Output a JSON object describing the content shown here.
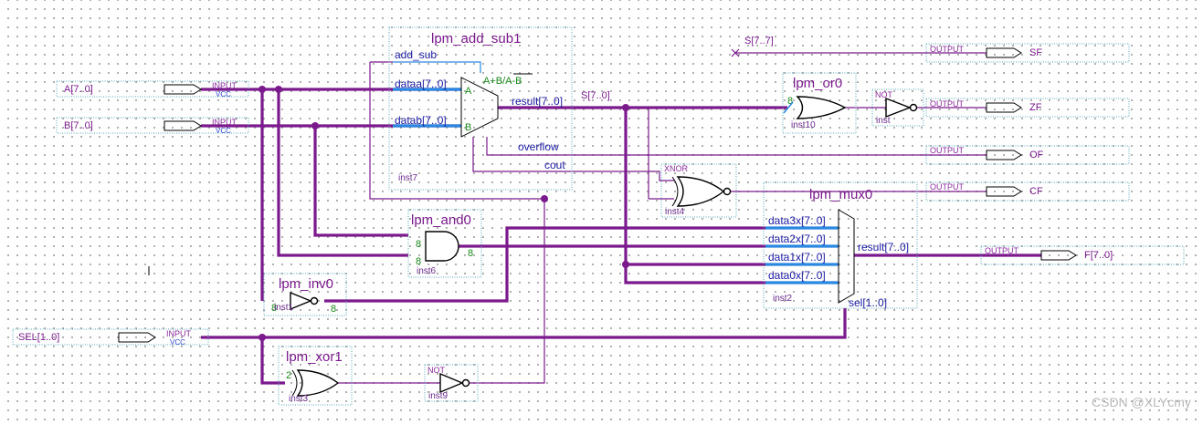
{
  "inputs": [
    {
      "name": "A[7..0]",
      "type": "INPUT",
      "vcc": "VCC"
    },
    {
      "name": "B[7..0]",
      "type": "INPUT",
      "vcc": "VCC"
    },
    {
      "name": "SEL[1..0]",
      "type": "INPUT",
      "vcc": "VCC"
    }
  ],
  "outputs": [
    {
      "name": "SF",
      "type": "OUTPUT"
    },
    {
      "name": "ZF",
      "type": "OUTPUT"
    },
    {
      "name": "OF",
      "type": "OUTPUT"
    },
    {
      "name": "CF",
      "type": "OUTPUT"
    },
    {
      "name": "F[7..0]",
      "type": "OUTPUT"
    }
  ],
  "add_sub": {
    "title": "lpm_add_sub1",
    "ports": [
      "add_sub",
      "dataa[7..0]",
      "datab[7..0]",
      "result[7..0]",
      "overflow",
      "cout"
    ],
    "op": "A+B/A-B",
    "pin_a": "A",
    "pin_b": "B",
    "inst": "inst7"
  },
  "or0": {
    "title": "lpm_or0",
    "inst": "inst10",
    "width": "8"
  },
  "not_zf": {
    "label": "NOT",
    "inst": "inst"
  },
  "xnor": {
    "label": "XNOR",
    "inst": "inst4"
  },
  "mux": {
    "title": "lpm_mux0",
    "ports": [
      "data3x[7..0]",
      "data2x[7..0]",
      "data1x[7..0]",
      "data0x[7..0]",
      "result[7..0]",
      "sel[1..0]"
    ],
    "inst": "inst2"
  },
  "and0": {
    "title": "lpm_and0",
    "inst": "inst6",
    "w1": "8",
    "w2": "8",
    "wout": "8"
  },
  "inv0": {
    "title": "lpm_inv0",
    "inst": "inst1",
    "win": "8",
    "wout": "8"
  },
  "xor1": {
    "title": "lpm_xor1",
    "inst": "inst3",
    "w": "2"
  },
  "not_sel": {
    "label": "NOT",
    "inst": "inst9"
  },
  "bus_labels": {
    "s_msb": "S[7..7]",
    "s_bus": "S[7..0]"
  },
  "watermark": "CSDN @XLYcmy"
}
